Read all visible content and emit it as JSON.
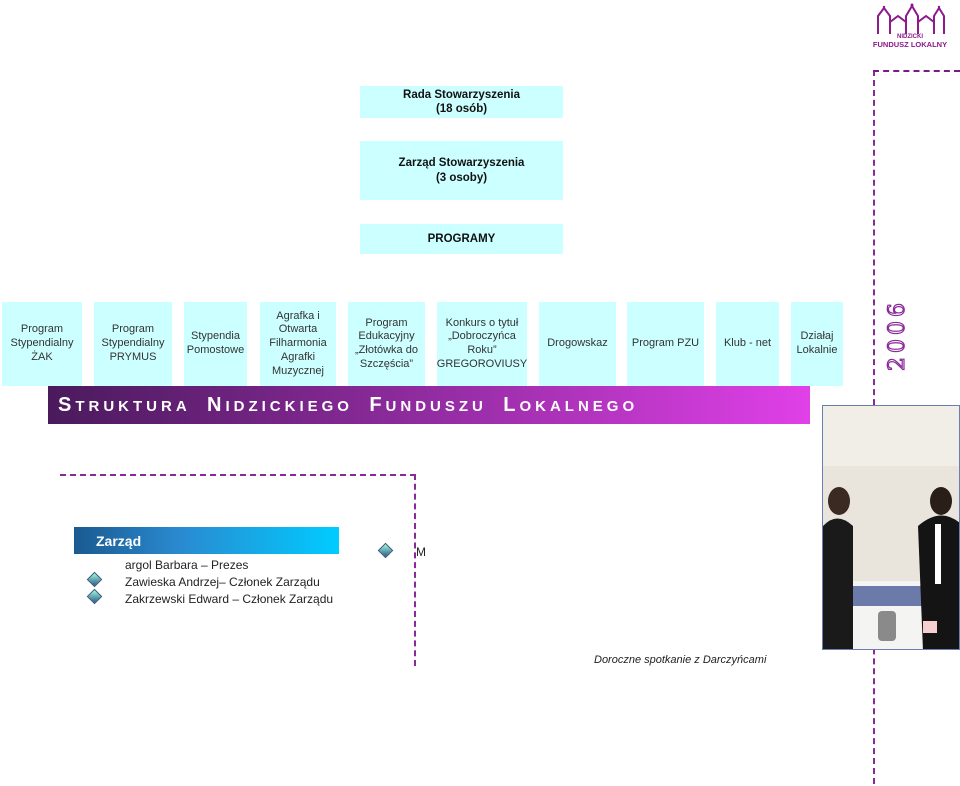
{
  "logo": {
    "line1": "NIDZICKI",
    "line2": "FUNDUSZ LOKALNY"
  },
  "top_boxes": {
    "rada": "Rada Stowarzyszenia\n(18 osób)",
    "zarzad": "Zarząd Stowarzyszenia\n(3 osoby)",
    "programy": "PROGRAMY"
  },
  "programs": [
    "Program\nStypendialny\nŻAK",
    "Program\nStypendialny\nPRYMUS",
    "Stypendia\nPomostowe",
    "Agrafka i\nOtwarta\nFilharmonia\nAgrafki\nMuzycznej",
    "Program\nEdukacyjny\n„Złotówka do\nSzczęścia”",
    "Konkurs o tytuł\n„Dobroczyńca\nRoku”\nGREGOROVIUSY",
    "Drogowskaz",
    "Program PZU",
    "Klub - net",
    "Działaj\nLokalnie"
  ],
  "year": "2006",
  "banner": {
    "words": [
      {
        "cap": "S",
        "rest": "TRUKTURA"
      },
      {
        "cap": "N",
        "rest": "IDZICKIEGO"
      },
      {
        "cap": "F",
        "rest": "UNDUSZU"
      },
      {
        "cap": "L",
        "rest": "OKALNEGO"
      }
    ]
  },
  "zarzad": {
    "title": "Zarząd",
    "members": [
      "argol Barbara – Prezes",
      "Zawieska Andrzej– Członek Zarządu",
      "Zakrzewski Edward – Członek Zarządu"
    ],
    "second_column_fragment": "M"
  },
  "photo_caption": "Doroczne spotkanie z Darczyńcami",
  "colors": {
    "box": "#ccffff",
    "accent": "#8a2a9a",
    "banner_end": "#e040e8"
  }
}
